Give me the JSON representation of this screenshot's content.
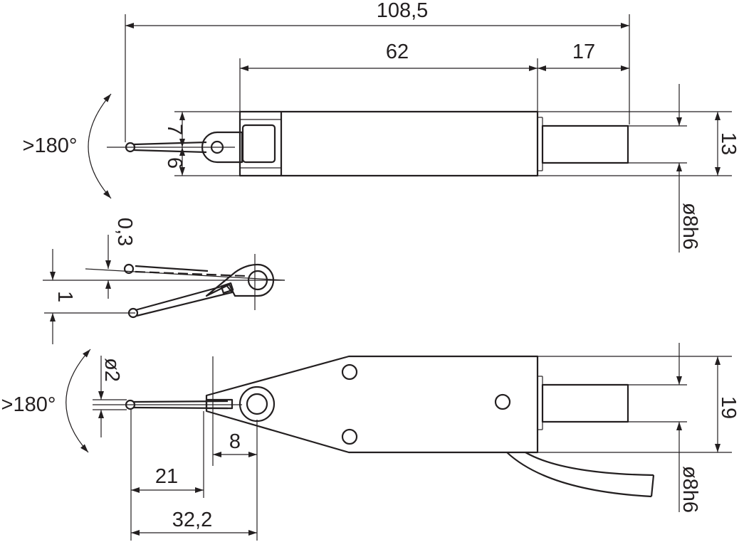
{
  "dimensions": {
    "overall_length": "108,5",
    "body_length": "62",
    "shaft_length": "17",
    "offset_top": "7",
    "offset_bottom": "6",
    "body_height": "13",
    "shaft_diameter_top": "ø8h6",
    "stylus_gap": "0,3",
    "stylus_travel": "1",
    "ball_diameter": "ø2",
    "pivot_distance": "8",
    "stylus_length": "21",
    "tip_to_pivot": "32,2",
    "housing_width": "19",
    "shaft_diameter_bottom": "ø8h6"
  },
  "swivel_angle_top": ">180°",
  "swivel_angle_bottom": ">180°",
  "line_color": "#231f20",
  "background_color": "#ffffff"
}
